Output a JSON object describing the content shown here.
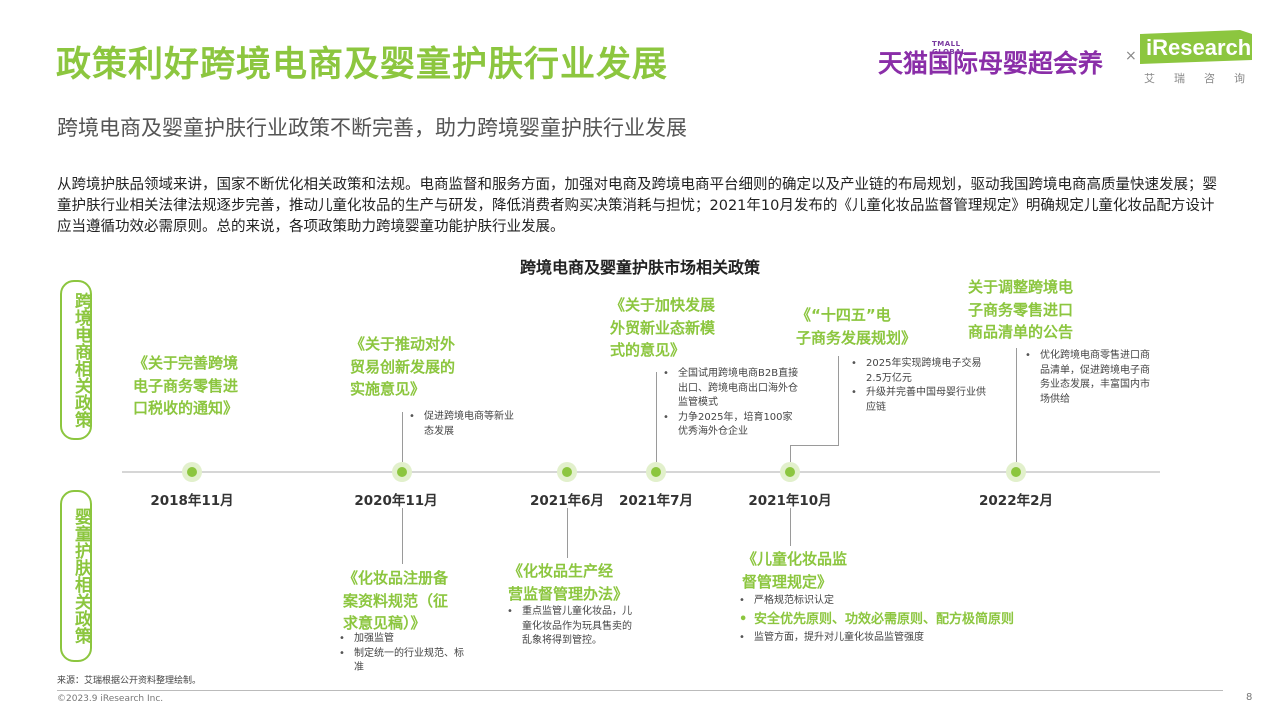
{
  "header": {
    "title": "政策利好跨境电商及婴童护肤行业发展",
    "subtitle": "跨境电商及婴童护肤行业政策不断完善，助力跨境婴童护肤行业发展"
  },
  "logos": {
    "tmall_small": "TMALL GLOBAL",
    "tmall_name": "天猫国际母婴超会养",
    "separator": "×",
    "iresearch": "iResearch",
    "iresearch_cn": "艾瑞咨询"
  },
  "intro": "从跨境护肤品领域来讲，国家不断优化相关政策和法规。电商监督和服务方面，加强对电商及跨境电商平台细则的确定以及产业链的布局规划，驱动我国跨境电商高质量快速发展；婴童护肤行业相关法律法规逐步完善，推动儿童化妆品的生产与研发，降低消费者购买决策消耗与担忧；2021年10月发布的《儿童化妆品监督管理规定》明确规定儿童化妆品配方设计应当遵循功效必需原则。总的来说，各项政策助力跨境婴童功能护肤行业发展。",
  "chart": {
    "title": "跨境电商及婴童护肤市场相关政策",
    "side_top": "跨境电商相关政策",
    "side_bottom": "婴童护肤相关政策",
    "dates": [
      "2018年11月",
      "2020年11月",
      "2021年6月",
      "2021年7月",
      "2021年10月",
      "2022年2月"
    ],
    "top_policies": [
      {
        "lines": [
          "《关于完善跨境",
          "电子商务零售进",
          "口税收的通知》"
        ],
        "bullets": []
      },
      {
        "lines": [
          "《关于推动对外",
          "贸易创新发展的",
          "实施意见》"
        ],
        "bullets": [
          "促进跨境电商等新业态发展"
        ]
      },
      {
        "lines": [
          "《关于加快发展",
          "外贸新业态新模",
          "式的意见》"
        ],
        "bullets": [
          "全国试用跨境电商B2B直接出口、跨境电商出口海外仓监管模式",
          "力争2025年，培育100家优秀海外仓企业"
        ]
      },
      {
        "lines": [
          "《“十四五”电",
          "子商务发展规划》"
        ],
        "bullets": [
          "2025年实现跨境电子交易2.5万亿元",
          "升级并完善中国母婴行业供应链"
        ]
      },
      {
        "lines": [
          "关于调整跨境电",
          "子商务零售进口",
          "商品清单的公告"
        ],
        "bullets": [
          "优化跨境电商零售进口商品清单，促进跨境电子商务业态发展，丰富国内市场供给"
        ]
      }
    ],
    "bottom_policies": [
      {
        "lines": [
          "《化妆品注册备",
          "案资料规范（征",
          "求意见稿）》"
        ],
        "bullets": [
          "加强监管",
          "制定统一的行业规范、标准"
        ]
      },
      {
        "lines": [
          "《化妆品生产经",
          "营监督管理办法》"
        ],
        "bullets": [
          "重点监管儿童化妆品，儿童化妆品作为玩具售卖的乱象将得到管控。"
        ]
      },
      {
        "lines": [
          "《儿童化妆品监",
          "督管理规定》"
        ],
        "bullets": [
          "严格规范标识认定",
          "安全优先原则、功效必需原则、配方极简原则",
          "监管方面，提升对儿童化妆品监管强度"
        ]
      }
    ]
  },
  "footer": {
    "source": "来源：艾瑞根据公开资料整理绘制。",
    "copyright": "©2023.9 iResearch Inc.",
    "page": "8"
  },
  "colors": {
    "accent": "#8cc63f",
    "tmall": "#8a2ea8",
    "axis": "#d6d6d6"
  },
  "icons": [
    "iresearch-logo-icon",
    "tmall-global-logo-icon"
  ]
}
